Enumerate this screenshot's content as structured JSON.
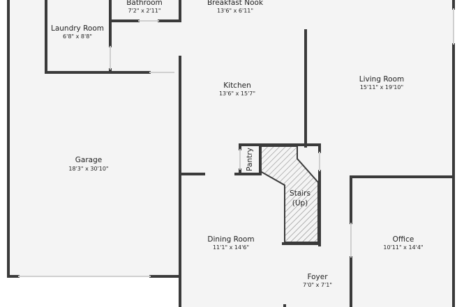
{
  "colors": {
    "wall": "#3a3a3a",
    "floor": "#f4f4f4",
    "background": "#ffffff",
    "opening": "#e6e6e6",
    "stair_hatch": "#8a8a8a",
    "text": "#222222"
  },
  "rooms": {
    "bathroom": {
      "name": "Bathroom",
      "dims": "7'2\" x 2'11\""
    },
    "breakfast_nook": {
      "name": "Breakfast Nook",
      "dims": "13'6\" x 6'11\""
    },
    "laundry": {
      "name": "Laundry Room",
      "dims": "6'8\" x 8'8\""
    },
    "kitchen": {
      "name": "Kitchen",
      "dims": "13'6\" x 15'7\""
    },
    "living": {
      "name": "Living Room",
      "dims": "15'11\" x 19'10\""
    },
    "garage": {
      "name": "Garage",
      "dims": "18'3\" x 30'10\""
    },
    "pantry": {
      "name": "Pantry"
    },
    "stairs": {
      "name": "Stairs",
      "direction": "(Up)"
    },
    "dining": {
      "name": "Dining Room",
      "dims": "11'1\" x 14'6\""
    },
    "office": {
      "name": "Office",
      "dims": "10'11\" x 14'4\""
    },
    "foyer": {
      "name": "Foyer",
      "dims": "7'0\" x 7'1\""
    }
  }
}
